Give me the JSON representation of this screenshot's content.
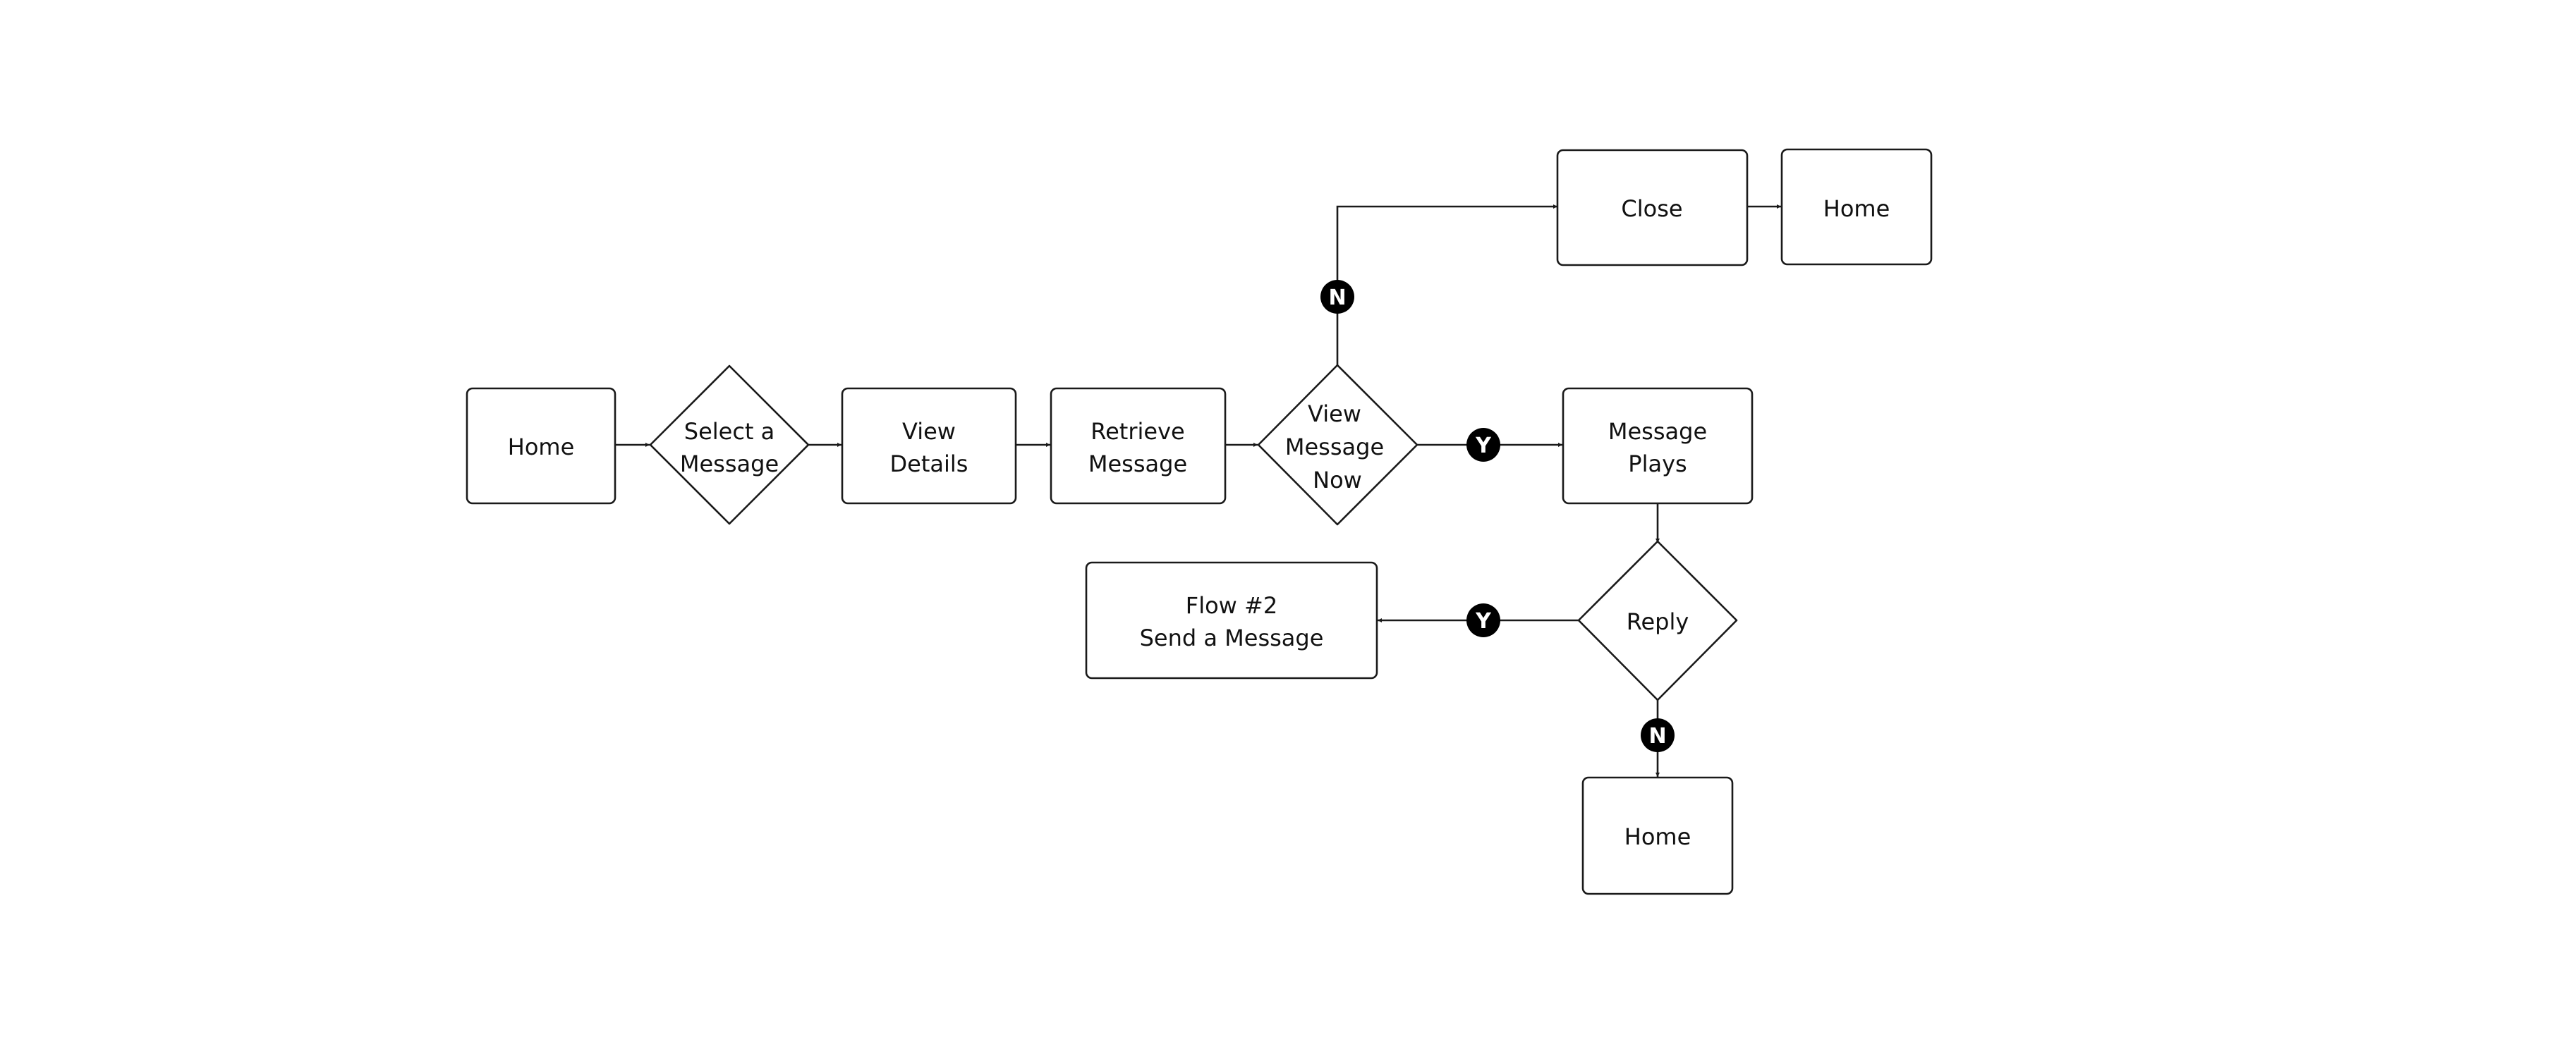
{
  "colors": {
    "stroke": "#1a1a1a",
    "badge_fill": "#000000",
    "badge_text": "#ffffff",
    "background": "#ffffff"
  },
  "nodes": {
    "home_start": {
      "shape": "rect",
      "lines": [
        "Home"
      ]
    },
    "select_message": {
      "shape": "diamond",
      "lines": [
        "Select a",
        "Message"
      ]
    },
    "view_details": {
      "shape": "rect",
      "lines": [
        "View",
        "Details"
      ]
    },
    "retrieve_message": {
      "shape": "rect",
      "lines": [
        "Retrieve",
        "Message"
      ]
    },
    "view_message_now": {
      "shape": "diamond",
      "lines": [
        "View",
        "Message",
        "Now"
      ]
    },
    "close": {
      "shape": "rect",
      "lines": [
        "Close"
      ]
    },
    "home_after_close": {
      "shape": "rect",
      "lines": [
        "Home"
      ]
    },
    "message_plays": {
      "shape": "rect",
      "lines": [
        "Message",
        "Plays"
      ]
    },
    "reply": {
      "shape": "diamond",
      "lines": [
        "Reply"
      ]
    },
    "flow2": {
      "shape": "rect",
      "lines": [
        "Flow #2",
        "Send a Message"
      ]
    },
    "home_end": {
      "shape": "rect",
      "lines": [
        "Home"
      ]
    }
  },
  "edges": [
    {
      "from": "home_start",
      "to": "select_message",
      "label": ""
    },
    {
      "from": "select_message",
      "to": "view_details",
      "label": ""
    },
    {
      "from": "view_details",
      "to": "retrieve_message",
      "label": ""
    },
    {
      "from": "retrieve_message",
      "to": "view_message_now",
      "label": ""
    },
    {
      "from": "view_message_now",
      "to": "close",
      "label": "N"
    },
    {
      "from": "close",
      "to": "home_after_close",
      "label": ""
    },
    {
      "from": "view_message_now",
      "to": "message_plays",
      "label": "Y"
    },
    {
      "from": "message_plays",
      "to": "reply",
      "label": ""
    },
    {
      "from": "reply",
      "to": "flow2",
      "label": "Y"
    },
    {
      "from": "reply",
      "to": "home_end",
      "label": "N"
    }
  ]
}
